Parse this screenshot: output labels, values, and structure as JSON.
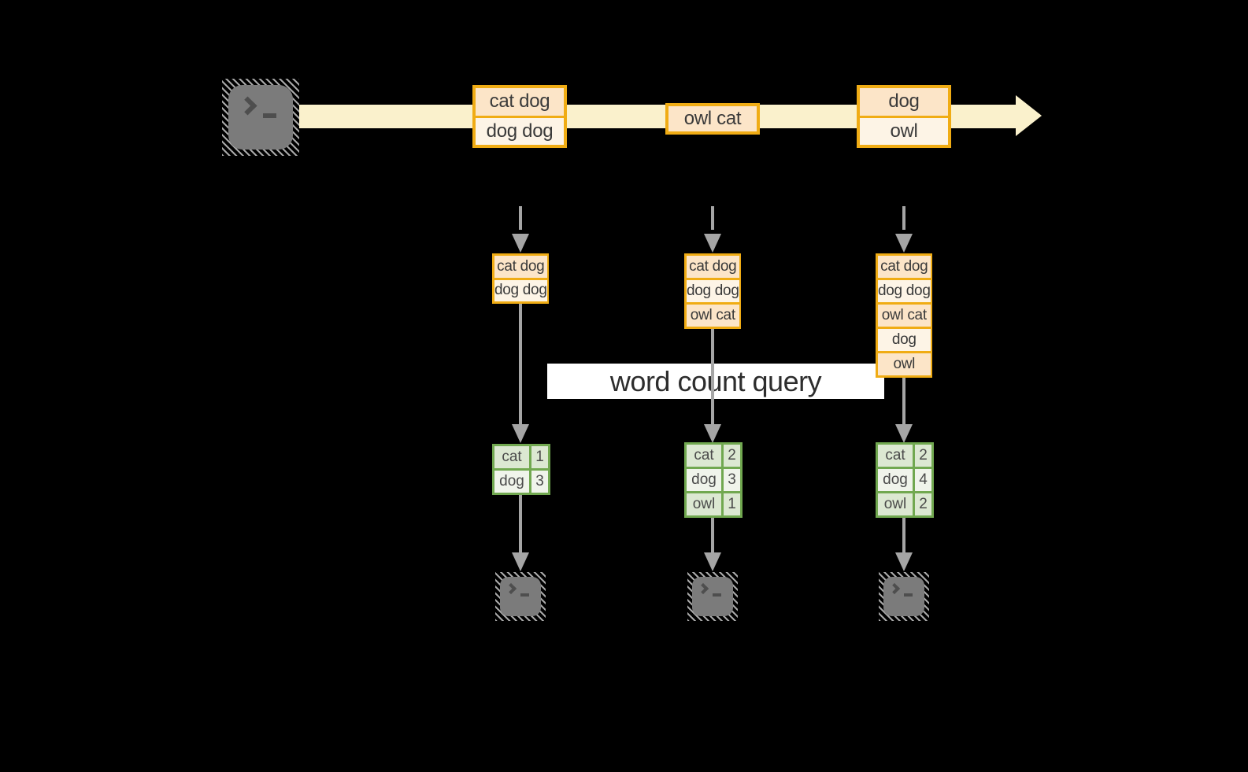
{
  "banner": {
    "label": "word count query"
  },
  "stream": {
    "batches": [
      {
        "rows": [
          "cat dog",
          "dog dog"
        ]
      },
      {
        "rows": [
          "owl cat"
        ]
      },
      {
        "rows": [
          "dog",
          "owl"
        ]
      }
    ]
  },
  "columns": [
    {
      "buffer": [
        "cat dog",
        "dog dog"
      ],
      "counts": [
        {
          "word": "cat",
          "count": "1"
        },
        {
          "word": "dog",
          "count": "3"
        }
      ]
    },
    {
      "buffer": [
        "cat dog",
        "dog dog",
        "owl cat"
      ],
      "counts": [
        {
          "word": "cat",
          "count": "2"
        },
        {
          "word": "dog",
          "count": "3"
        },
        {
          "word": "owl",
          "count": "1"
        }
      ]
    },
    {
      "buffer": [
        "cat dog",
        "dog dog",
        "owl cat",
        "dog",
        "owl"
      ],
      "counts": [
        {
          "word": "cat",
          "count": "2"
        },
        {
          "word": "dog",
          "count": "4"
        },
        {
          "word": "owl",
          "count": "2"
        }
      ]
    }
  ],
  "icons": {
    "source": "terminal-icon",
    "sinks": [
      "terminal-icon",
      "terminal-icon",
      "terminal-icon"
    ]
  },
  "colors": {
    "background": "#000000",
    "stream_arrow": "#FAF1CC",
    "box_border": "#F0AC14",
    "box_fill_peach": "#FCE5C8",
    "box_fill_cream": "#FDF4E6",
    "table_border": "#71A850",
    "table_fill_dark": "#DCE8D2",
    "table_fill_light": "#F0F4EB",
    "arrow_gray": "#A5A5A5",
    "banner_bg": "#FFFFFF",
    "text": "#3A3A3A"
  }
}
